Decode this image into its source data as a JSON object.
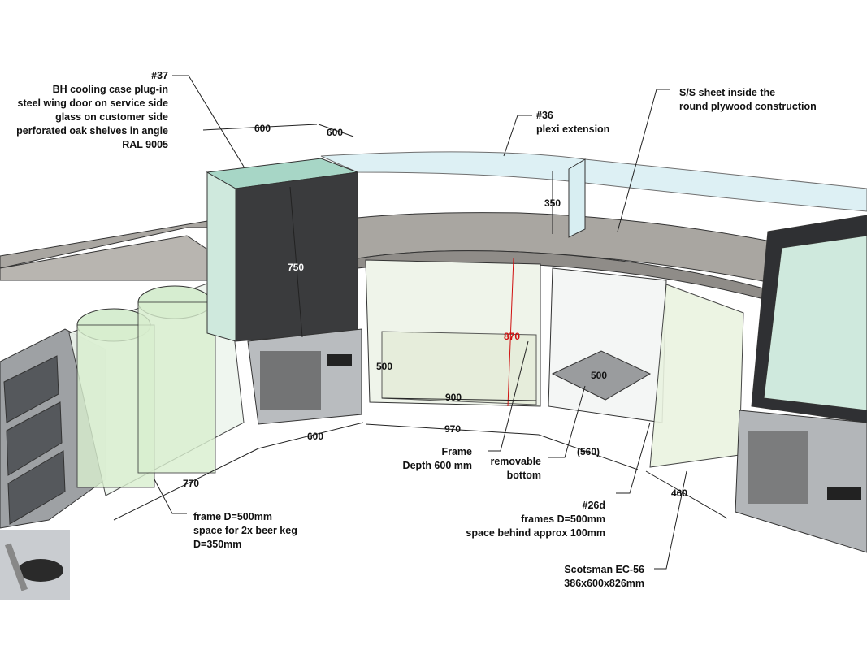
{
  "callouts": {
    "cooling_case": [
      "#37",
      "BH cooling case plug-in",
      "steel wing door on service side",
      "glass on customer side",
      "perforated oak shelves in angle",
      "RAL 9005"
    ],
    "plexi": [
      "#36",
      "plexi extension"
    ],
    "ss_sheet": [
      "S/S sheet inside the",
      "round plywood construction"
    ],
    "frame_depth": [
      "Frame",
      "Depth 600 mm"
    ],
    "removable": [
      "removable",
      "bottom"
    ],
    "frames_26d": [
      "#26d",
      "frames D=500mm",
      "space behind approx 100mm"
    ],
    "scotsman": [
      "Scotsman EC-56",
      "386x600x826mm"
    ],
    "beer_keg": [
      "frame D=500mm",
      "space for 2x beer keg",
      "D=350mm"
    ]
  },
  "dimensions": {
    "case_width": "600",
    "case_depth": "600",
    "case_height": "750",
    "plexi_height": "350",
    "cabinet_height": "870",
    "frame_depth_500_left": "500",
    "inner_width": "900",
    "base_width": "600",
    "span_970": "970",
    "shelf_depth": "500",
    "gap_560": "(560)",
    "width_460": "460",
    "width_770": "770"
  },
  "colors": {
    "countertop": "#a9a6a1",
    "glass": "#cfe9dd",
    "dark_panel": "#3a3b3d",
    "steel": "#b9bcbf",
    "dim_red": "#d01010"
  }
}
